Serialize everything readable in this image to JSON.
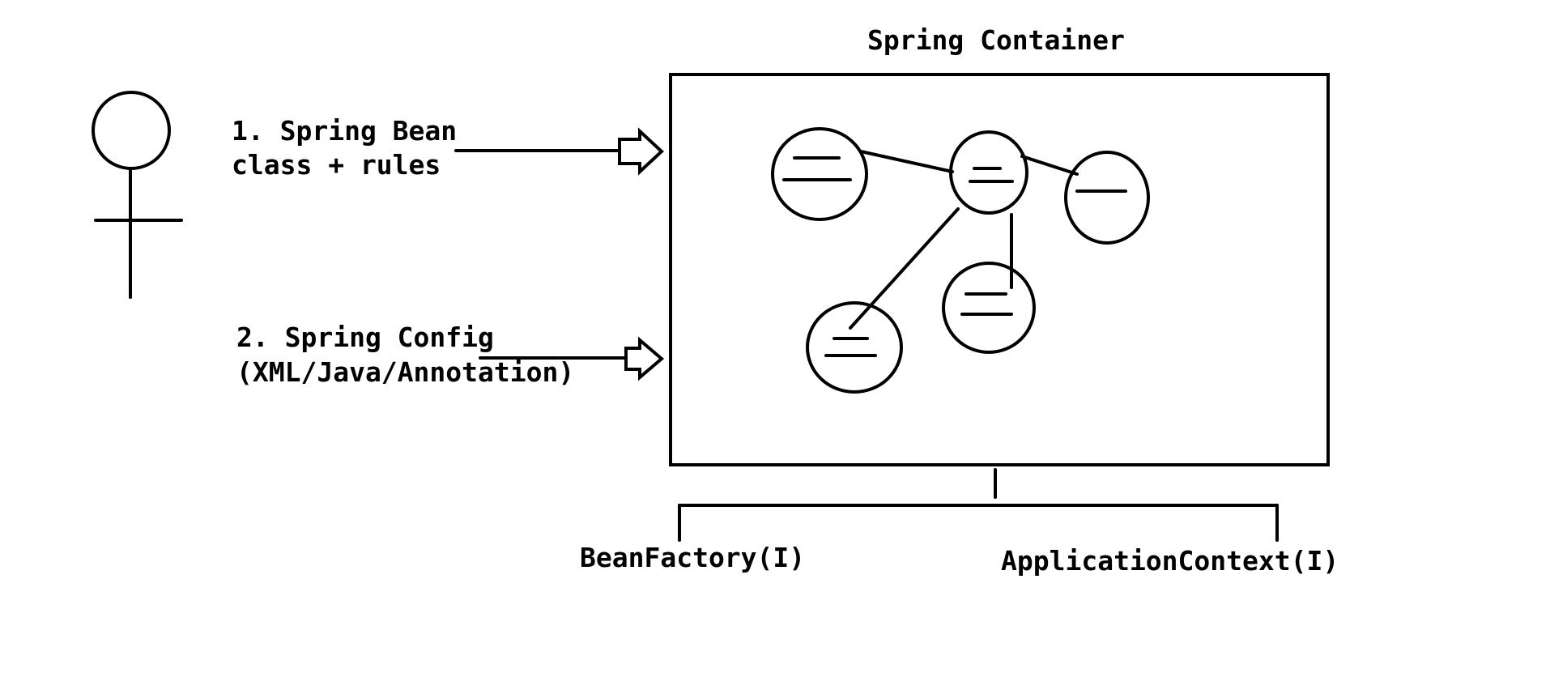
{
  "diagram": {
    "container_title": "Spring Container",
    "inputs": [
      {
        "line1": "1. Spring Bean",
        "line2": "class + rules"
      },
      {
        "line1": "2. Spring Config",
        "line2": "(XML/Java/Annotation)"
      }
    ],
    "implementations": [
      {
        "label": "BeanFactory(I)"
      },
      {
        "label": "ApplicationContext(I)"
      }
    ]
  }
}
